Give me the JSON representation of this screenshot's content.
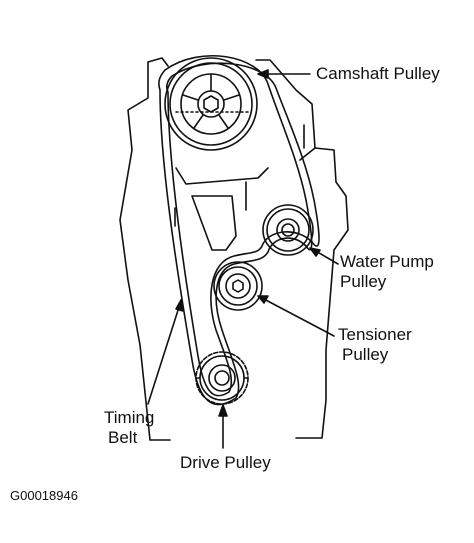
{
  "labels": {
    "camshaft_pulley": "Camshaft Pulley",
    "water_pump_line1": "Water Pump",
    "water_pump_line2": "Pulley",
    "tensioner_line1": "Tensioner",
    "tensioner_line2": "Pulley",
    "timing_line1": "Timing",
    "timing_line2": "Belt",
    "drive_pulley": "Drive Pulley"
  },
  "figure_id": "G00018946",
  "colors": {
    "ink": "#111111",
    "background": "#ffffff"
  }
}
